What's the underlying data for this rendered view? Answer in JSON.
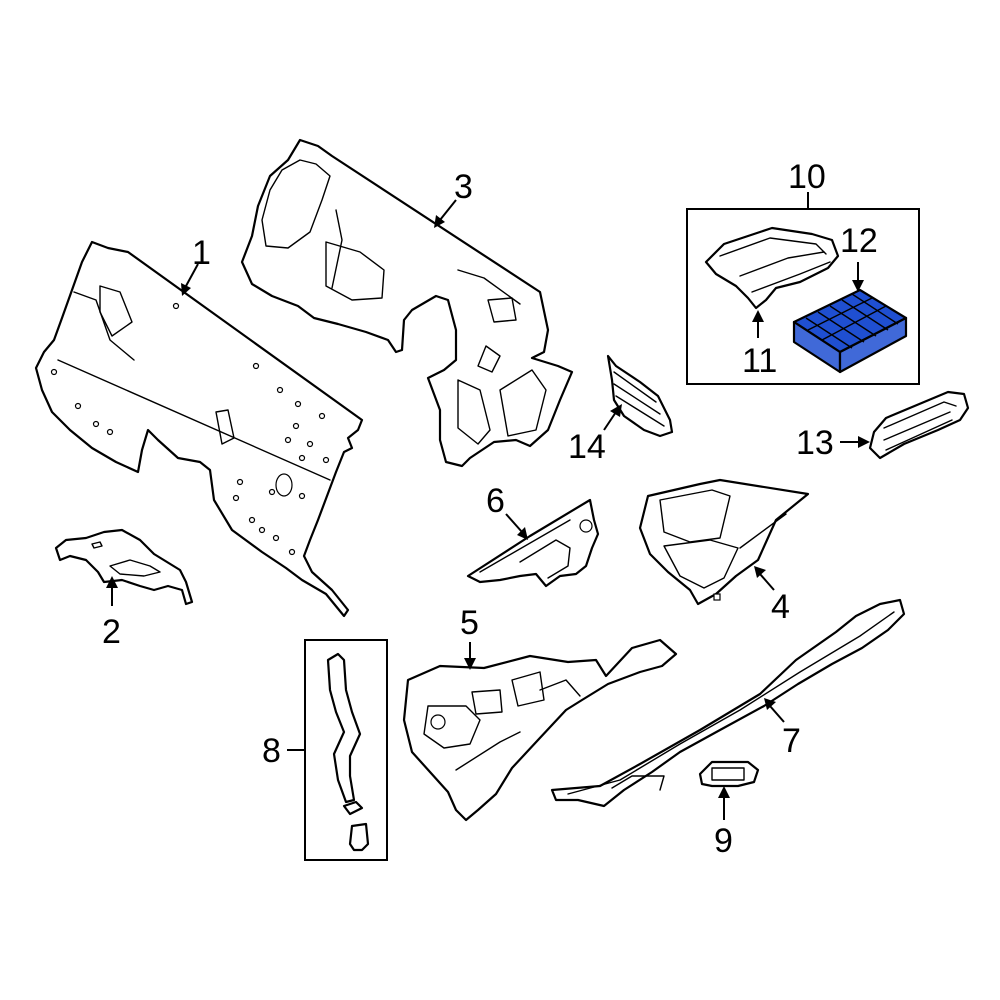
{
  "highlight_color": "#1f4fd1",
  "callouts": {
    "c1": "1",
    "c2": "2",
    "c3": "3",
    "c4": "4",
    "c5": "5",
    "c6": "6",
    "c7": "7",
    "c8": "8",
    "c9": "9",
    "c10": "10",
    "c11": "11",
    "c12": "12",
    "c13": "13",
    "c14": "14"
  },
  "highlighted_part": "12"
}
